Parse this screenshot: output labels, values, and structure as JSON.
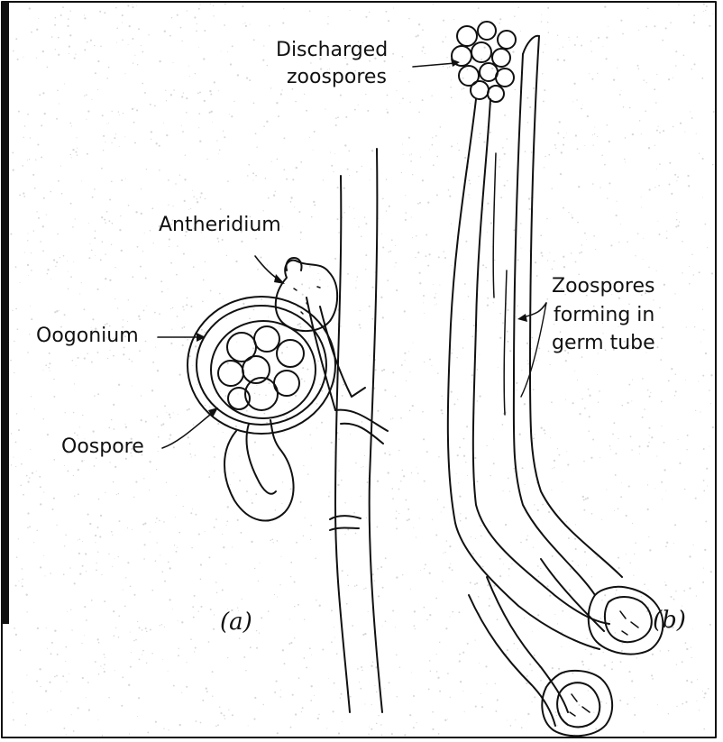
{
  "labels": {
    "discharged_line1": "Discharged",
    "discharged_line2": "zoospores",
    "antheridium": "Antheridium",
    "oogonium": "Oogonium",
    "oospore": "Oospore",
    "zoospores_line1": "Zoospores",
    "zoospores_line2": "forming in",
    "zoospores_line3": "germ tube",
    "panel_a": "(a)",
    "panel_b": "(b)"
  },
  "colors": {
    "ink": "#111111",
    "paper": "#ffffff",
    "speckle": "#d7d7d7"
  }
}
